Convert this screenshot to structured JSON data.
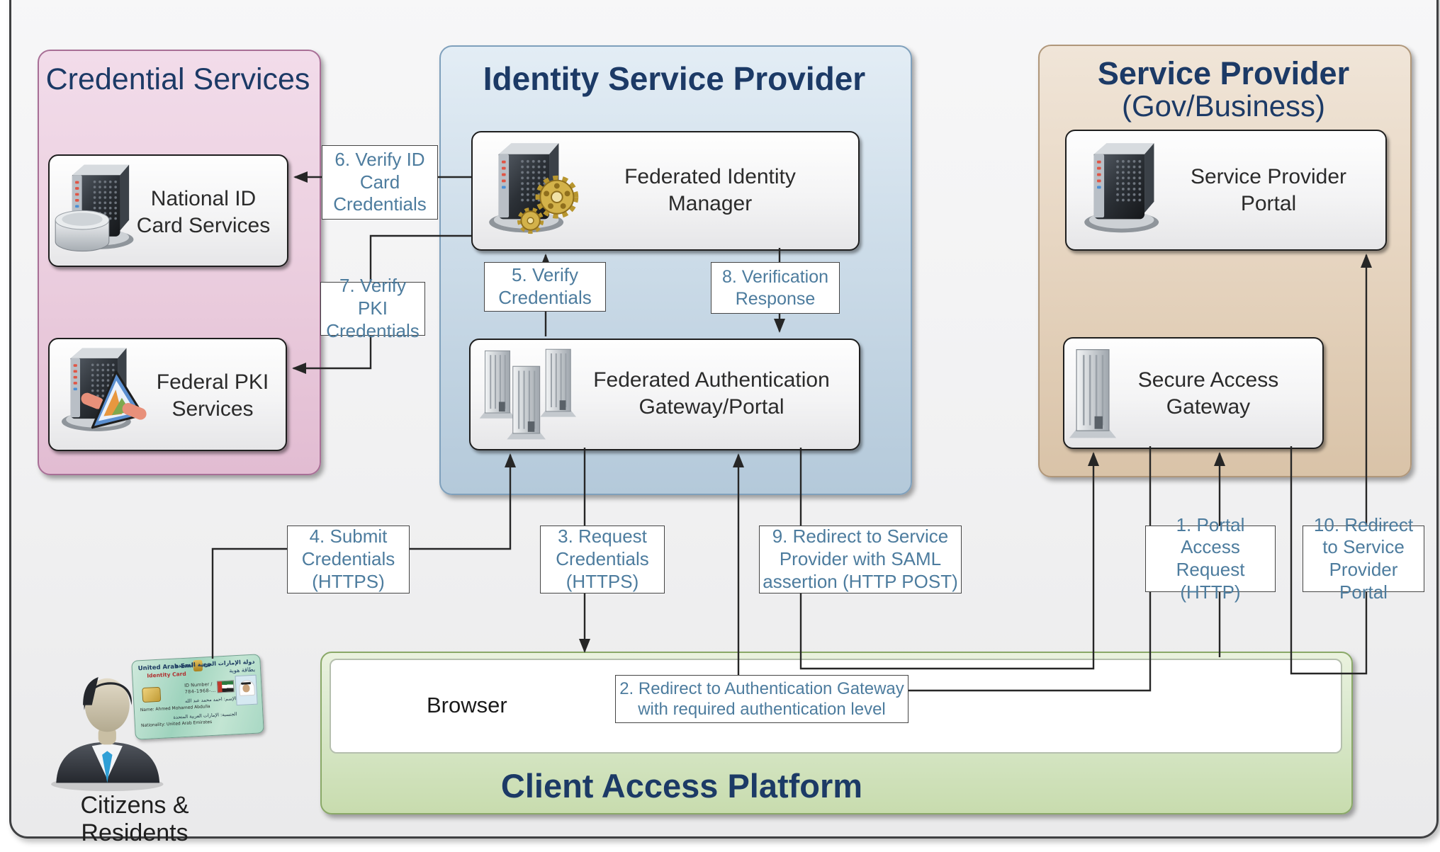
{
  "panels": {
    "credential_services": {
      "title": "Credential Services",
      "boxes": [
        {
          "label": "National ID Card Services"
        },
        {
          "label": "Federal PKI Services"
        }
      ]
    },
    "identity_service_provider": {
      "title": "Identity Service Provider",
      "boxes": [
        {
          "label": "Federated Identity Manager"
        },
        {
          "label": "Federated Authentication Gateway/Portal"
        }
      ]
    },
    "service_provider": {
      "title": "Service Provider",
      "subtitle": "(Gov/Business)",
      "boxes": [
        {
          "label": "Service Provider Portal"
        },
        {
          "label": "Secure Access Gateway"
        }
      ]
    },
    "client_access_platform": {
      "title": "Client Access Platform",
      "browser_label": "Browser"
    }
  },
  "actor": {
    "caption": "Citizens & Residents"
  },
  "id_card": {
    "country_en": "United Arab Emirates",
    "type_en": "Identity Card",
    "country_ar": "دولة الإمارات العربية المتحدة",
    "type_ar": "بطاقة هوية",
    "id_label": "ID Number /",
    "id_number": "784-1968-…",
    "name_line": "Name: Ahmed Mohamed Abdulla",
    "nationality_line": "Nationality: United Arab Emirates",
    "name_line_ar": "الإسم: احمد محمد عبد الله",
    "nationality_line_ar": "الجنسية: الإمارات العربية المتحدة"
  },
  "flows": [
    {
      "id": 1,
      "label": "1. Portal Access Request (HTTP)"
    },
    {
      "id": 2,
      "label": "2. Redirect to Authentication Gateway with required authentication level"
    },
    {
      "id": 3,
      "label": "3. Request Credentials (HTTPS)"
    },
    {
      "id": 4,
      "label": "4. Submit Credentials (HTTPS)"
    },
    {
      "id": 5,
      "label": "5. Verify Credentials"
    },
    {
      "id": 6,
      "label": "6. Verify ID Card Credentials"
    },
    {
      "id": 7,
      "label": "7. Verify PKI Credentials"
    },
    {
      "id": 8,
      "label": "8. Verification Response"
    },
    {
      "id": 9,
      "label": "9. Redirect to Service Provider with SAML assertion (HTTP POST)"
    },
    {
      "id": 10,
      "label": "10. Redirect to Service Provider Portal"
    }
  ],
  "icons": {
    "server": "server-tower-icon",
    "database": "database-cylinder-icon",
    "gears": "gold-gears-icon",
    "buildings": "office-buildings-icon",
    "building": "office-building-icon",
    "pki_badge": "certificate-badge-icon",
    "person": "business-person-icon",
    "id_card": "uae-identity-card"
  },
  "colors": {
    "title_navy": "#1c3a66",
    "flow_text": "#4d7c9e",
    "connector": "#262626",
    "pink_panel_border": "#a86f96",
    "blue_panel_border": "#7fa0bc",
    "tan_panel_border": "#b0977a",
    "green_panel_border": "#8aa968"
  }
}
